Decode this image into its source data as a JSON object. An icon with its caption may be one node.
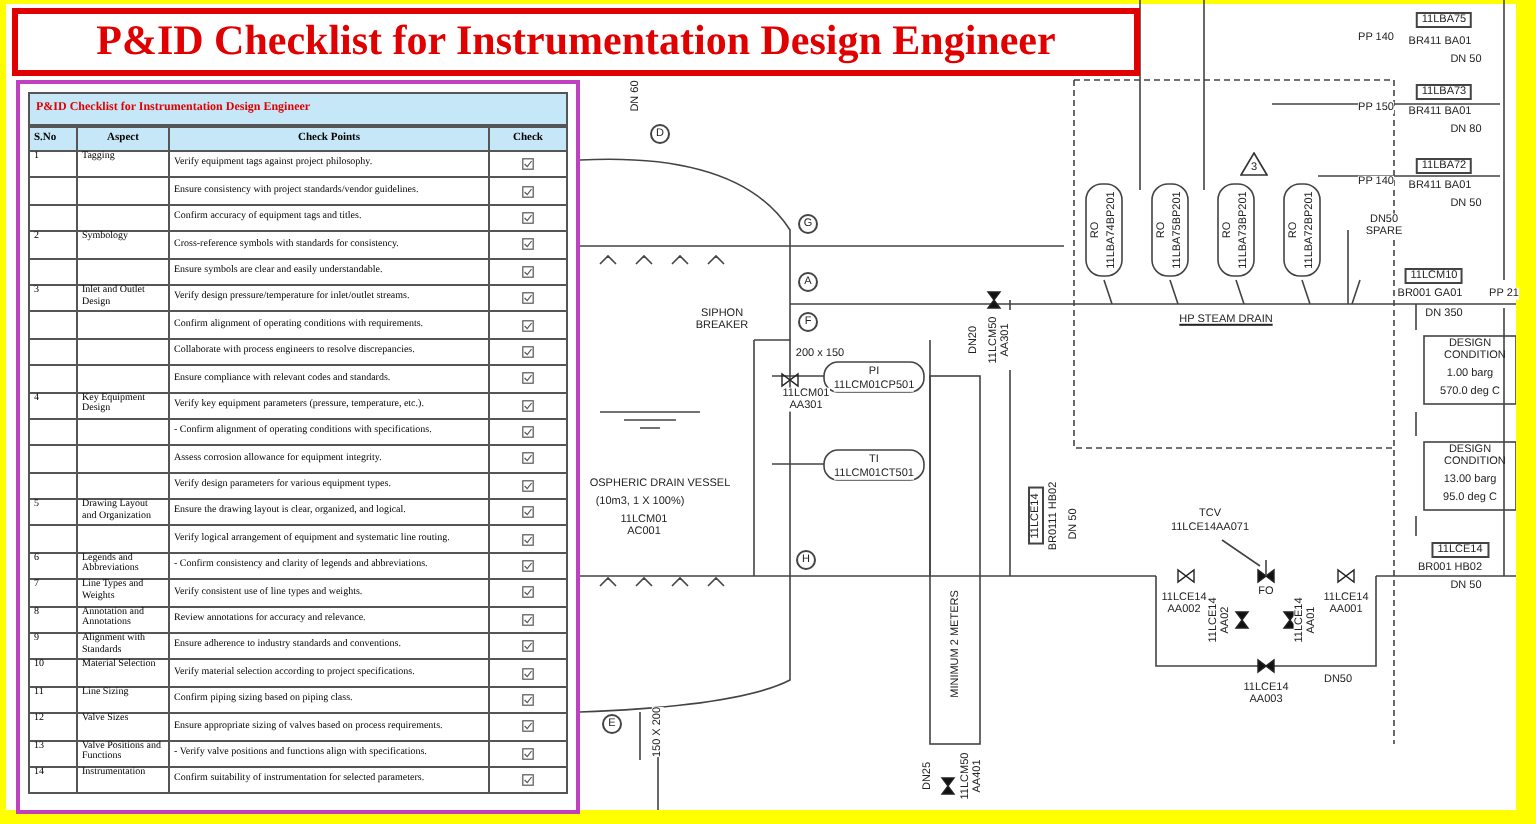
{
  "diagram": {
    "title": "P&ID Checklist for Instrumentation Design Engineer",
    "labels": [
      "P&ID Checklist for Instrumentation Design Engineer",
      "S.No",
      "Aspect",
      "Check Points",
      "Check",
      "1",
      "Tagging",
      "Verify equipment tags against project philosophy.",
      "Ensure consistency with project standards/vendor guidelines.",
      "Confirm accuracy of equipment tags and titles.",
      "2",
      "Symbology",
      "Cross-reference symbols with standards for consistency.",
      "Ensure symbols are clear and easily understandable.",
      "3",
      "Inlet and Outlet Design",
      "Verify design pressure/temperature for inlet/outlet streams.",
      "Confirm alignment of operating conditions with requirements.",
      "Collaborate with process engineers to resolve discrepancies.",
      "Ensure compliance with relevant codes and standards.",
      "4",
      "Key Equipment Design",
      "Verify key equipment parameters (pressure, temperature, etc.).",
      "- Confirm alignment of operating conditions with specifications.",
      "Assess corrosion allowance for equipment integrity.",
      "Verify design parameters for various equipment types.",
      "5",
      "Drawing Layout and Organization",
      "Ensure the drawing layout is clear, organized, and logical.",
      "Verify logical arrangement of equipment and systematic line routing.",
      "6",
      "Legends and Abbreviations",
      "- Confirm consistency and clarity of legends and abbreviations.",
      "7",
      "Line Types and Weights",
      "Verify consistent use of line types and weights.",
      "8",
      "Annotation and Annotations",
      "Review annotations for accuracy and relevance.",
      "9",
      "Alignment with Standards",
      "Ensure adherence to industry standards and conventions.",
      "10",
      "Material Selection",
      "Verify material selection according to project specifications.",
      "11",
      "Line Sizing",
      "Confirm piping sizing based on piping class.",
      "12",
      "Valve Sizes",
      "Ensure appropriate sizing of valves based on process requirements.",
      "13",
      "Valve Positions and Functions",
      "- Verify valve positions and functions align with specifications.",
      "14",
      "Instrumentation",
      "Confirm suitability of instrumentation for selected parameters.",
      "DN 60",
      "11LBA75",
      "PP 140",
      "BR411 BA01",
      "DN 50",
      "11LBA73",
      "PP 150",
      "BR411 BA01",
      "DN 80",
      "D",
      "3",
      "11LBA72",
      "PP 140",
      "BR411 BA01",
      "DN 50",
      "RO",
      "11LBA74BP201",
      "RO",
      "11LBA75BP201",
      "RO",
      "11LBA73BP201",
      "RO",
      "11LBA72BP201",
      "DN50 SPARE",
      "G",
      "11LCM10",
      "A",
      "BR001 GA01",
      "PP 21",
      "SIPHON BREAKER",
      "HP STEAM DRAIN",
      "DN 350",
      "F",
      "DN20",
      "11LCM50 AA301",
      "DESIGN CONDITION",
      "1.00 barg",
      "570.0 deg C",
      "200 x 150",
      "PI",
      "11LCM01CP501",
      "11LCM01 AA301",
      "DESIGN CONDITION",
      "13.00 barg",
      "95.0 deg C",
      "TI",
      "11LCM01CT501",
      "OSPHERIC DRAIN VESSEL",
      "(10m3, 1 X 100%)",
      "11LCM01 AC001",
      "11LCE14",
      "BR0111 HB02",
      "DN 50",
      "TCV",
      "11LCE14AA071",
      "11LCE14",
      "BR001 HB02",
      "DN 50",
      "H",
      "FO",
      "11LCE14 AA002",
      "11LCE14 AA02",
      "11LCE14 AA01",
      "11LCE14 AA001",
      "MINIMUM 2 METERS",
      "DN50",
      "11LCE14 AA003",
      "E",
      "150 X 200",
      "DN25",
      "11LCM50 AA401"
    ]
  }
}
